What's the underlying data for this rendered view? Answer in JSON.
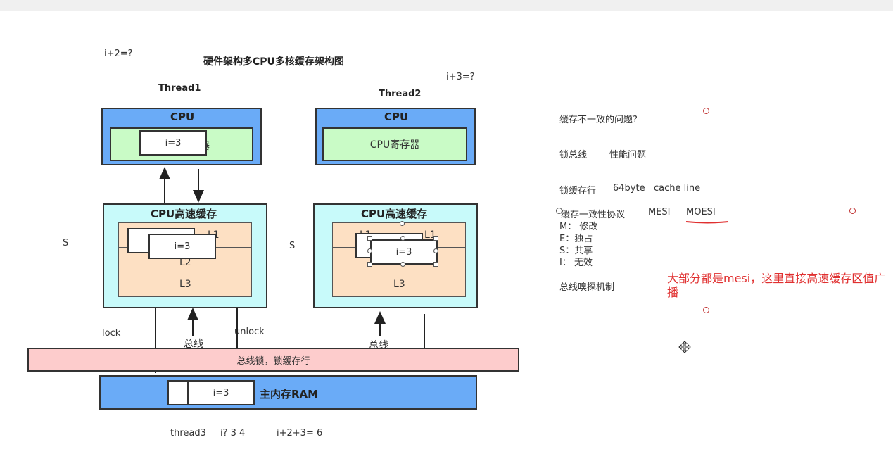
{
  "diagram": {
    "title": "硬件架构多CPU多核缓存架构图",
    "note_top_left": "i+2=?",
    "note_top_right": "i+3=?",
    "thread1": {
      "label": "Thread1",
      "cpu_label": "CPU",
      "register_label_partial": "器",
      "register_value": "i=3",
      "cache_label": "CPU高速缓存",
      "l1_label": "L1",
      "l2_label": "L2",
      "l3_label": "L3",
      "cache_value": "i=3"
    },
    "thread2": {
      "label": "Thread2",
      "cpu_label": "CPU",
      "register_label": "CPU寄存器",
      "cache_label": "CPU高速缓存",
      "l1_label": "L1",
      "l1_left_partial": "L1",
      "l3_label": "L3",
      "cache_value": "i=3"
    },
    "s_left": "S",
    "s_right": "S",
    "lock_label": "lock",
    "unlock_label": "unlock",
    "bus_label_left": "总线",
    "bus_label_right": "总线",
    "bus_bar_label": "总线锁，锁缓存行",
    "ram_label": "主内存RAM",
    "ram_value": "i=3",
    "bottom_note_1": "thread3",
    "bottom_note_2": "i? 3  4",
    "bottom_note_3": "i+2+3= 6"
  },
  "notes": {
    "line1": "缓存不一致的问题?",
    "line2a": "锁总线",
    "line2b": "性能问题",
    "line3a": "锁缓存行",
    "line3b": "64byte",
    "line3c": "cache line",
    "line4a": "缓存一致性协议",
    "line4b": "MESI",
    "line4c": "MOESI",
    "mesi": [
      "M：  修改",
      "E：独占",
      "S：共享",
      "I：   无效"
    ],
    "snooping": "总线嗅探机制",
    "red_note": "大部分都是mesi，这里直接高速缓存区值广播",
    "colors": {
      "red": "#e03030",
      "cpu_blue": "#6aabf7",
      "cache_cyan": "#c8fafa",
      "register_green": "#c9fbc6",
      "level_orange": "#fde0c3",
      "bus_pink": "#fdcccc"
    }
  },
  "icons": {
    "move_cursor": "move-cursor-icon"
  }
}
